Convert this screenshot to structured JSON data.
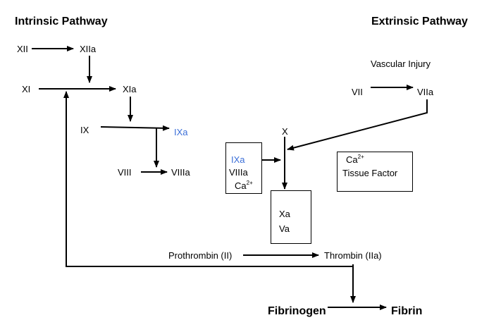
{
  "titles": {
    "intrinsic": "Intrinsic Pathway",
    "extrinsic": "Extrinsic Pathway"
  },
  "factors": {
    "xii": "XII",
    "xiia": "XIIa",
    "xi": "XI",
    "xia": "XIa",
    "ix": "IX",
    "ixa": "IXa",
    "viii": "VIII",
    "viiia": "VIIIa",
    "vascular_injury": "Vascular Injury",
    "vii": "VII",
    "viia": "VIIa",
    "x": "X",
    "tenase_ixa": "IXa",
    "tenase_viiia": "VIIIa",
    "tenase_ca": "Ca",
    "tenase_ca_charge": "2+",
    "tf_ca": "Ca",
    "tf_ca_charge": "2+",
    "tissue_factor": "Tissue Factor",
    "xa": "Xa",
    "va": "Va",
    "prothrombin": "Prothrombin (II)",
    "thrombin": "Thrombin  (IIa)",
    "fibrinogen": "Fibrinogen",
    "fibrin": "Fibrin"
  },
  "colors": {
    "activated_ixa": "#3b6fd8",
    "line": "#000000"
  }
}
